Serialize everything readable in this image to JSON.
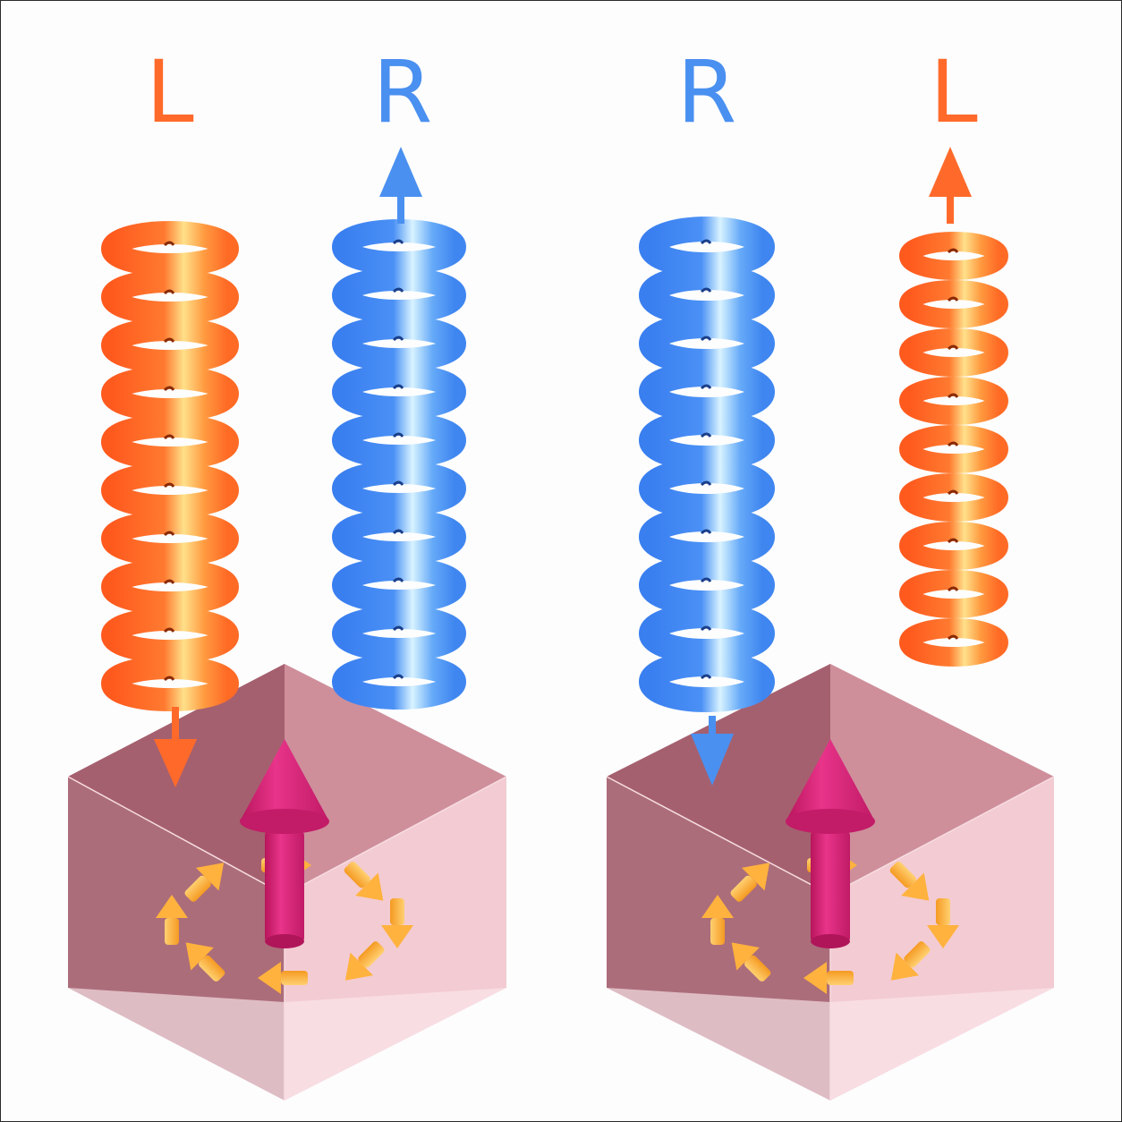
{
  "panels": [
    {
      "incoming": {
        "label": "L",
        "color": "#ff6a2b"
      },
      "outgoing": {
        "label": "R",
        "color": "#4a90f0"
      }
    },
    {
      "incoming": {
        "label": "R",
        "color": "#4a90f0"
      },
      "outgoing": {
        "label": "L",
        "color": "#ff6a2b"
      }
    }
  ],
  "colors": {
    "orange_helix": "#ff6a2b",
    "blue_helix": "#4a90f0",
    "cube_light": "#f2c6cc",
    "cube_dark": "#8e4f5e",
    "spin_arrow": "#e0207a",
    "vortex_arrows": "#ffaa33"
  }
}
